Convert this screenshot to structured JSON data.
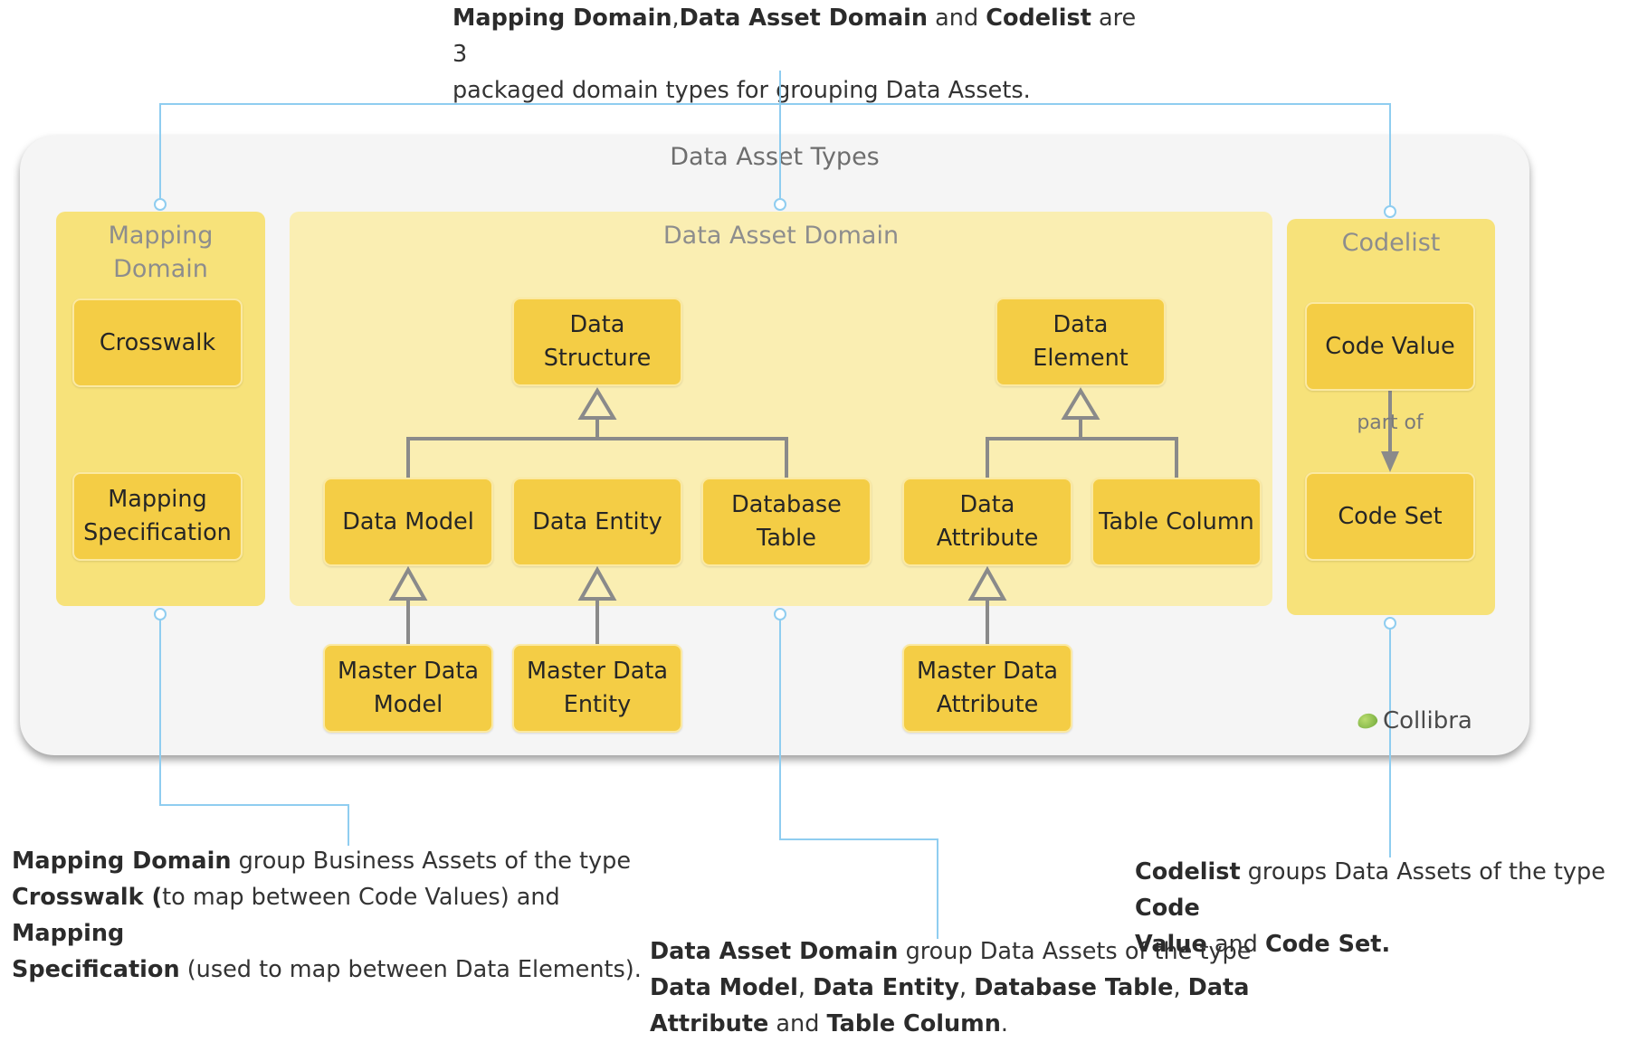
{
  "top_note": {
    "b1": "Mapping Domain",
    "t1": ",",
    "b2": "Data Asset Domain",
    "t2": " and ",
    "b3": "Codelist",
    "t3": " are 3",
    "line2": "packaged domain types for grouping Data Assets."
  },
  "panel": {
    "title": "Data Asset Types"
  },
  "mapping_domain": {
    "label_line1": "Mapping",
    "label_line2": "Domain",
    "crosswalk": "Crosswalk",
    "mapping_spec_line1": "Mapping",
    "mapping_spec_line2": "Specification"
  },
  "data_asset_domain": {
    "label": "Data Asset Domain",
    "data_structure_line1": "Data",
    "data_structure_line2": "Structure",
    "data_element": "Data Element",
    "data_model": "Data Model",
    "data_entity": "Data Entity",
    "database_table_line1": "Database",
    "database_table_line2": "Table",
    "data_attribute": "Data Attribute",
    "table_column": "Table Column"
  },
  "master_data": {
    "model_line1": "Master Data",
    "model_line2": "Model",
    "entity_line1": "Master Data",
    "entity_line2": "Entity",
    "attribute_line1": "Master Data",
    "attribute_line2": "Attribute"
  },
  "codelist": {
    "label": "Codelist",
    "code_value": "Code Value",
    "relation": "part of",
    "code_set": "Code Set"
  },
  "logo": {
    "text": "Collibra"
  },
  "note_mapping": {
    "b1": "Mapping Domain",
    "t1": " group Business Assets of the type",
    "b2": "Crosswalk (",
    "t2": "to map between Code Values) and ",
    "b3": "Mapping",
    "b4": "Specification",
    "t3": " (used to map between Data Elements)."
  },
  "note_data_asset": {
    "b1": "Data Asset Domain",
    "t1": " group Data Assets of the type",
    "b2": "Data Model",
    "t2": ", ",
    "b3": "Data Entity",
    "t3": ", ",
    "b4": "Database Table",
    "t4": ", ",
    "b5": "Data",
    "b6": "Attribute",
    "t5": " and ",
    "b7": "Table Column",
    "t6": "."
  },
  "note_codelist": {
    "b1": "Codelist",
    "t1": " groups Data Assets of the type ",
    "b2": "Code",
    "b3": "Value",
    "t2": " and ",
    "b4": "Code Set."
  },
  "colors": {
    "connector": "#8fcdf0",
    "arrow": "#8a8a8a",
    "box": "#f4cd45",
    "domain_side": "#f7e27a",
    "domain_main": "#faeeb2"
  }
}
